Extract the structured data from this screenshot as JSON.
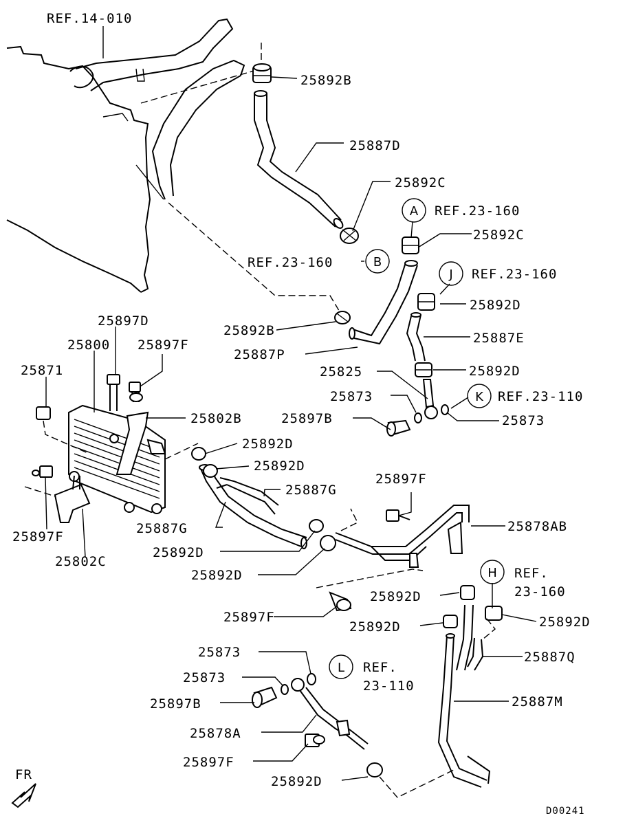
{
  "labels": {
    "ref_14_010": "REF.14-010",
    "p_25892B_top": "25892B",
    "p_25887D": "25887D",
    "p_25892C_upper": "25892C",
    "ref_23_160_A": "REF.23-160",
    "p_25892C_A": "25892C",
    "ref_23_160_B": "REF.23-160",
    "ref_23_160_J": "REF.23-160",
    "p_25892D_J": "25892D",
    "p_25892B_mid": "25892B",
    "p_25887E": "25887E",
    "p_25887P": "25887P",
    "p_25897D": "25897D",
    "p_25800": "25800",
    "p_25897F_top": "25897F",
    "p_25892D_E": "25892D",
    "p_25871": "25871",
    "p_25825": "25825",
    "p_25873_upper": "25873",
    "ref_23_110_K": "REF.23-110",
    "p_25802B": "25802B",
    "p_25897B_upper": "25897B",
    "p_25873_right": "25873",
    "p_25892D_g1": "25892D",
    "p_25892D_g2": "25892D",
    "p_25887G_right": "25887G",
    "p_25897F_mid": "25897F",
    "p_25878AB": "25878AB",
    "p_25887G_left": "25887G",
    "p_25897F_left": "25897F",
    "p_25892D_low1": "25892D",
    "p_25802C": "25802C",
    "ref_H_line1": "REF.",
    "ref_H_line2": "23-160",
    "p_25892D_low2": "25892D",
    "p_25892D_H_side": "25892D",
    "p_25897F_low": "25897F",
    "p_25892D_M": "25892D",
    "p_25892D_right": "25892D",
    "p_25873_low1": "25873",
    "ref_L_line1": "REF.",
    "ref_L_line2": "23-110",
    "p_25887Q": "25887Q",
    "p_25873_low2": "25873",
    "p_25897B_low": "25897B",
    "p_25887M": "25887M",
    "p_25878A": "25878A",
    "p_25897F_bottom": "25897F",
    "p_25892D_bottom": "25892D",
    "fr": "FR",
    "code": "D00241"
  },
  "circles": {
    "A": "A",
    "B": "B",
    "J": "J",
    "K": "K",
    "H": "H",
    "L": "L"
  }
}
